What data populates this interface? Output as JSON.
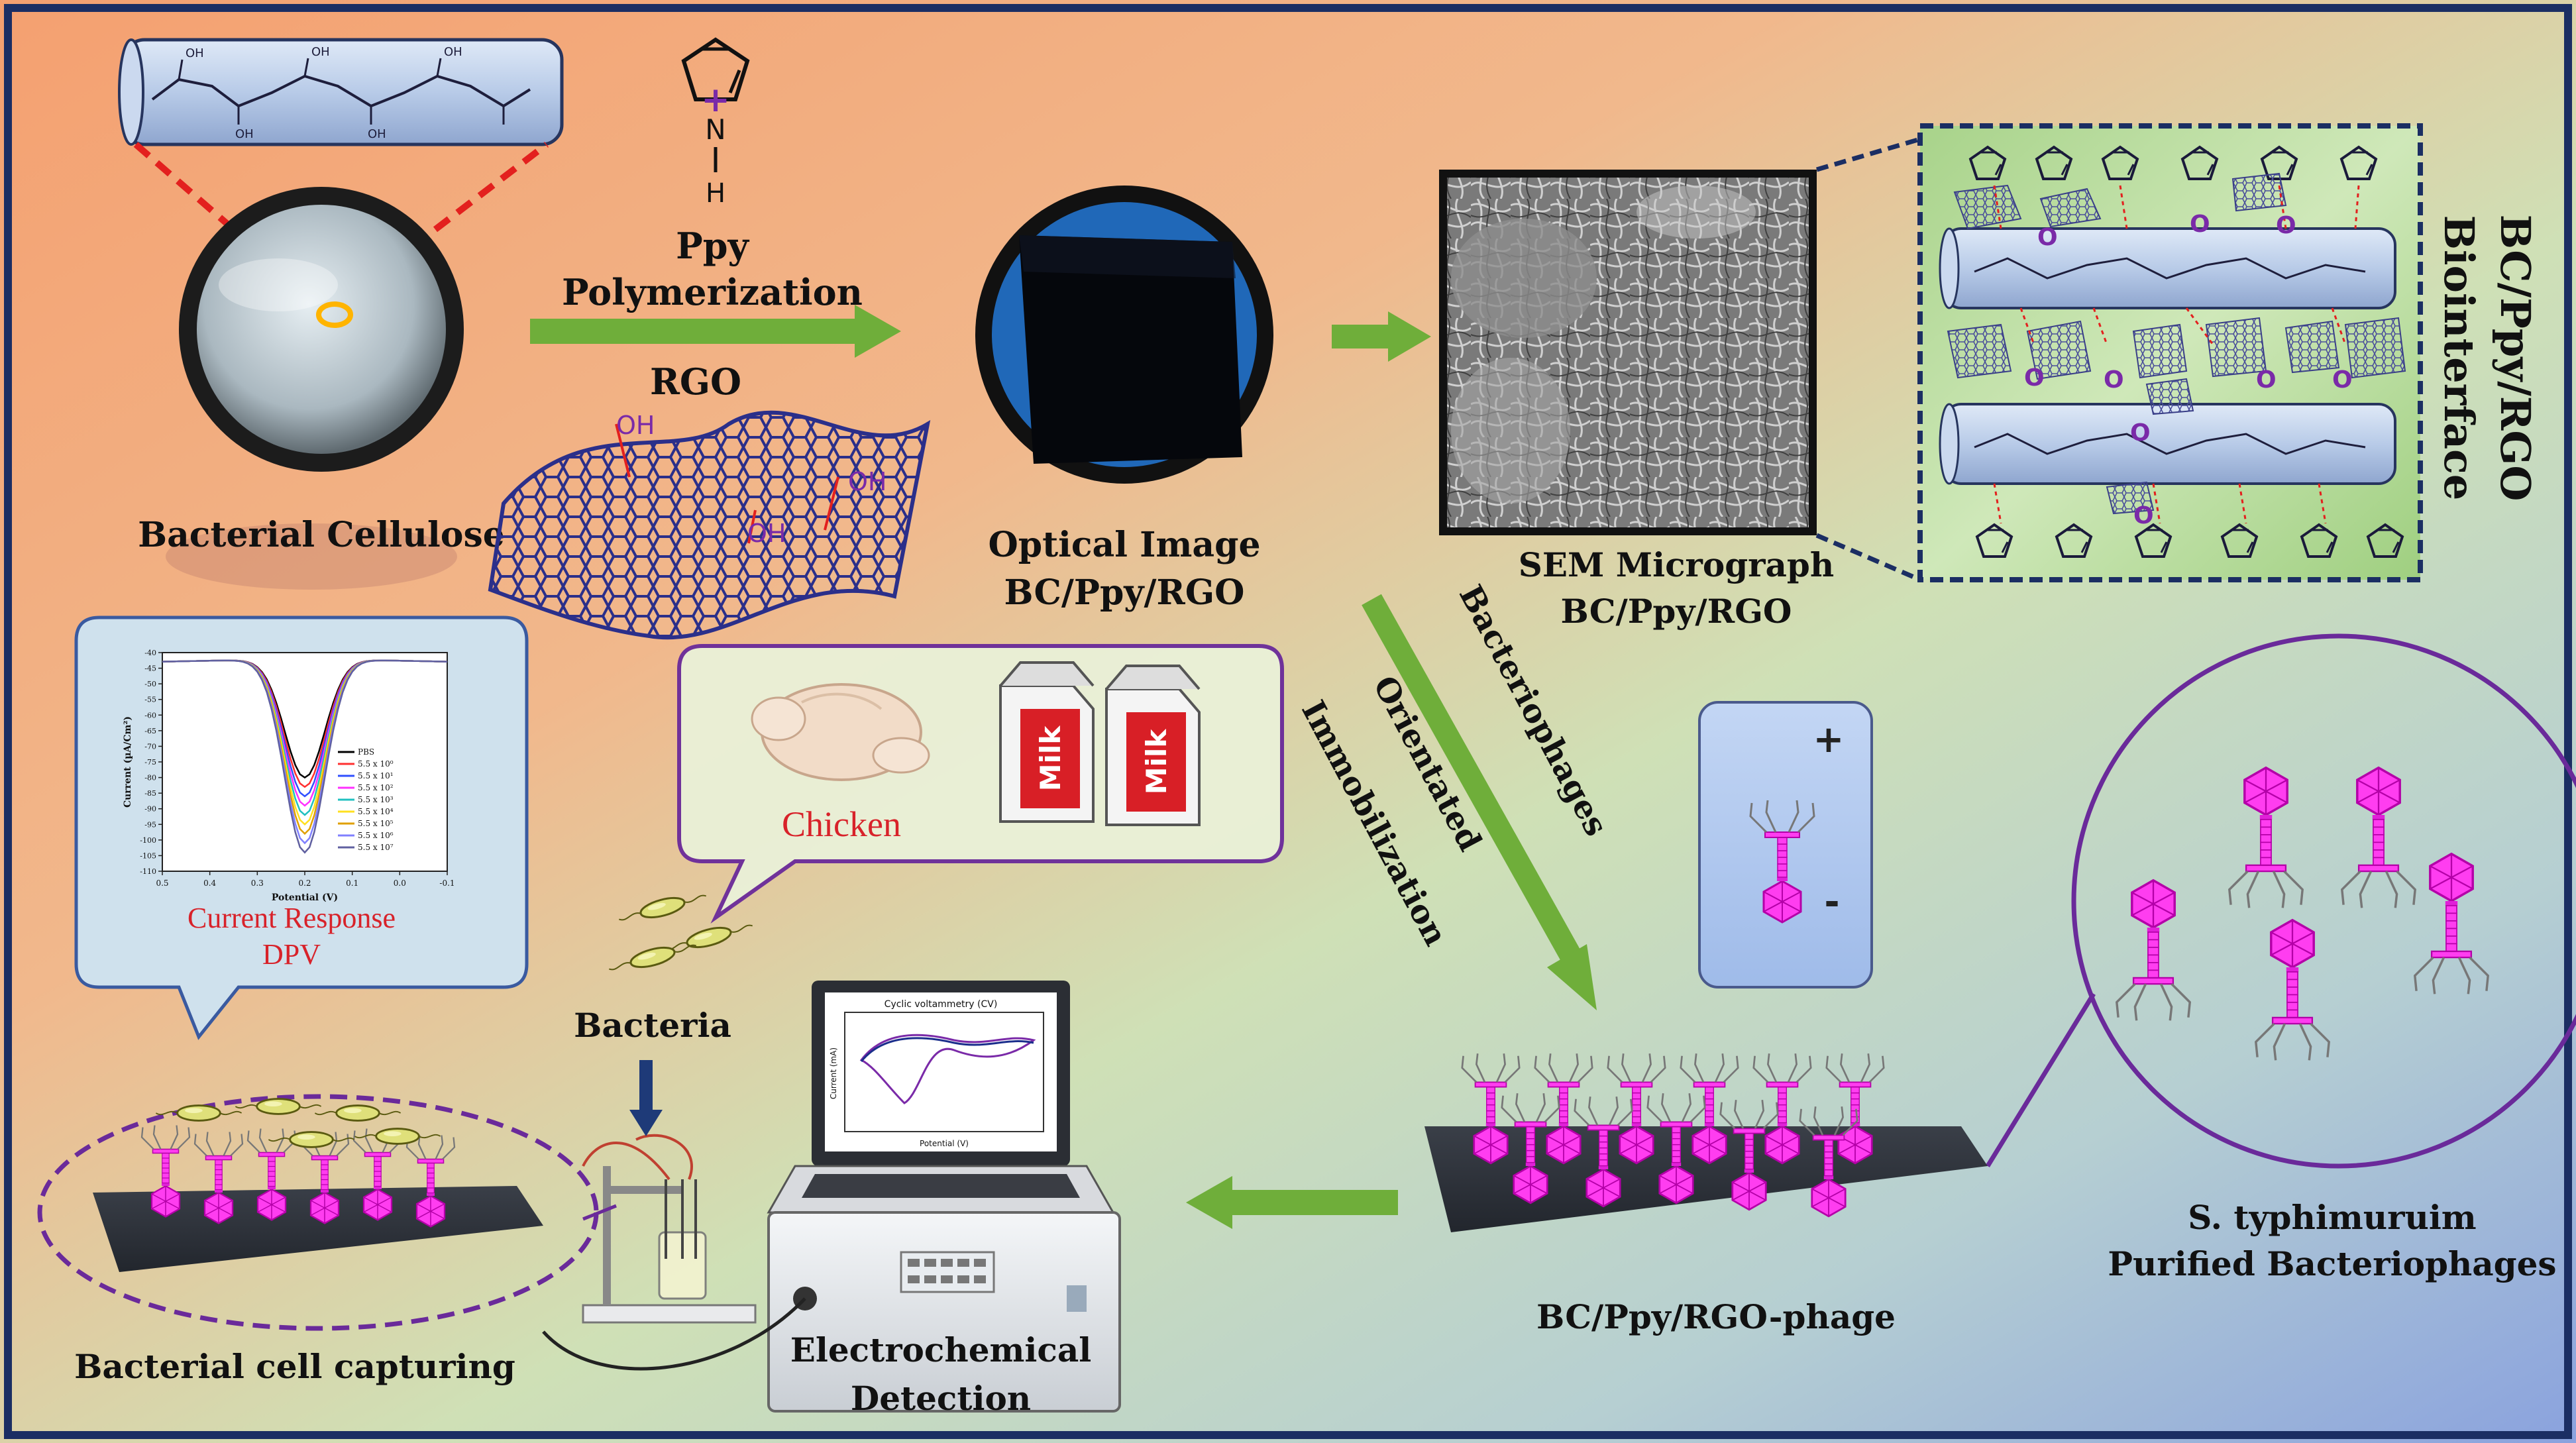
{
  "colors": {
    "frame": "#1b2e63",
    "arrow": "#6fae3a",
    "phage": "#ff3df0",
    "phage_dark": "#c100b4",
    "rgo": "#2b2f8a",
    "down_arrow": "#1e3a78",
    "red_text": "#d8222a",
    "bg_orange": "#f0a274",
    "bg_green": "#c5dfb0",
    "bg_blue": "#8ea7dc"
  },
  "labels": {
    "bacterial_cellulose": "Bacterial Cellulose",
    "ppy": "Ppy",
    "polymerization": "Polymerization",
    "rgo": "RGO",
    "optical_image_1": "Optical Image",
    "optical_image_2": "BC/Ppy/RGO",
    "sem_1": "SEM Micrograph",
    "sem_2": "BC/Ppy/RGO",
    "biointerface_1": "BC/Ppy/RGO",
    "biointerface_2": "Biointerface",
    "bacteriophages": "Bacteriophages",
    "orientated": "Orientated",
    "immobilization": "Immobilization",
    "chicken": "Chicken",
    "milk": "Milk",
    "bacteria": "Bacteria",
    "current_response": "Current Response",
    "dpv": "DPV",
    "phage_electrode": "BC/Ppy/RGO-phage",
    "s_typhimurium": "S. typhimuruim",
    "purified_phages": "Purified Bacteriophages",
    "electrochemical": "Electrochemical",
    "detection": "Detection",
    "cell_capturing": "Bacterial cell capturing",
    "pyrrole_n": "N",
    "pyrrole_h": "H",
    "pyrrole_plus": "+",
    "oh": "OH",
    "plus": "+",
    "minus": "-",
    "o": "O"
  },
  "dpv_chart": {
    "xlabel": "Potential (V)",
    "ylabel": "Current (µA/Cm²)",
    "x_ticks": [
      "0.5",
      "0.4",
      "0.3",
      "0.2",
      "0.1",
      "0.0",
      "-0.1"
    ],
    "y_ticks": [
      "-40",
      "-45",
      "-50",
      "-55",
      "-60",
      "-65",
      "-70",
      "-75",
      "-80",
      "-85",
      "-90",
      "-95",
      "-100",
      "-105",
      "-110"
    ],
    "legend": [
      "PBS",
      "5.5 x 10⁰",
      "5.5 x 10¹",
      "5.5 x 10²",
      "5.5 x 10³",
      "5.5 x 10⁴",
      "5.5 x 10⁵",
      "5.5 x 10⁶",
      "5.5 x 10⁷"
    ],
    "series_colors": [
      "#000000",
      "#ff3030",
      "#3050ff",
      "#ff30ff",
      "#20c0c0",
      "#ffe020",
      "#e0a000",
      "#8080ff",
      "#6060a0"
    ],
    "min_values": [
      -80,
      -83,
      -86,
      -89,
      -92,
      -95,
      -98,
      -101,
      -104
    ]
  },
  "cv_chart": {
    "title": "Cyclic voltammetry (CV)",
    "xlabel": "Potential (V)",
    "ylabel": "Current (mA)"
  }
}
